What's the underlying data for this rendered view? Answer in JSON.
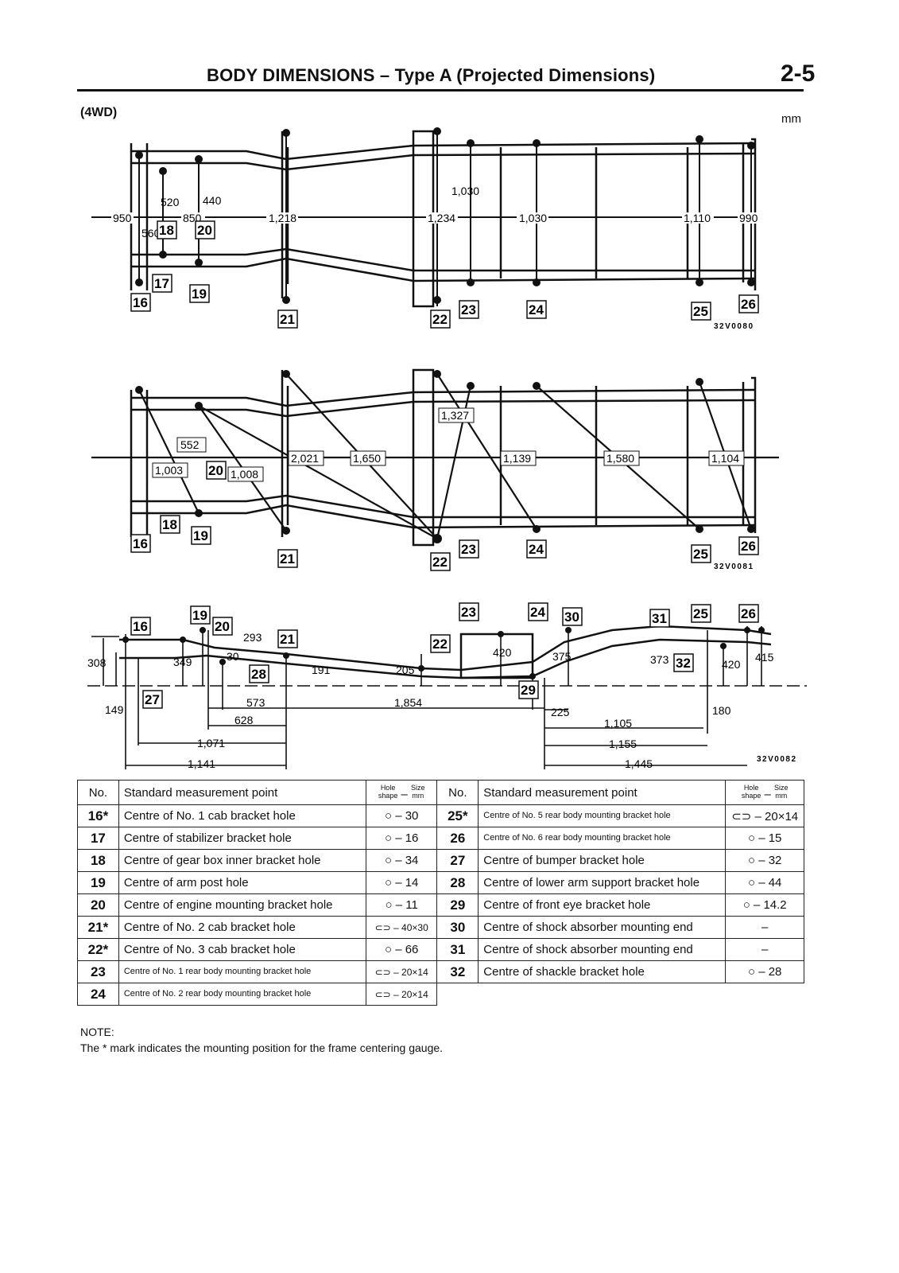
{
  "header": {
    "title": "BODY DIMENSIONS – Type A (Projected Dimensions)",
    "page": "2-5"
  },
  "variant": "(4WD)",
  "unit": "mm",
  "figures": [
    {
      "code": "32V0080",
      "labels": [
        "950",
        "520",
        "440",
        "850",
        "560",
        "1,218",
        "1,234",
        "1,030",
        "1,030",
        "1,110",
        "990"
      ],
      "points": [
        "16",
        "17",
        "18",
        "19",
        "20",
        "21",
        "22",
        "23",
        "24",
        "25",
        "26"
      ]
    },
    {
      "code": "32V0081",
      "labels": [
        "552",
        "1,003",
        "1,008",
        "2,021",
        "1,650",
        "1,327",
        "1,139",
        "1,580",
        "1,104"
      ],
      "points": [
        "16",
        "18",
        "19",
        "20",
        "21",
        "22",
        "23",
        "24",
        "25",
        "26"
      ]
    },
    {
      "code": "32V0082",
      "labels": [
        "308",
        "349",
        "293",
        "30",
        "191",
        "205",
        "420",
        "375",
        "373",
        "420",
        "415",
        "149",
        "573",
        "628",
        "1,071",
        "1,141",
        "1,854",
        "225",
        "180",
        "1,105",
        "1,155",
        "1,445"
      ],
      "points": [
        "16",
        "19",
        "20",
        "21",
        "22",
        "23",
        "24",
        "30",
        "31",
        "25",
        "26",
        "28",
        "27",
        "29",
        "32"
      ]
    }
  ],
  "table": {
    "headers": {
      "no": "No.",
      "point": "Standard measurement point",
      "hole": "Hole",
      "shape": "shape",
      "size": "Size",
      "mm": "mm",
      "dash": "–"
    },
    "left": [
      {
        "no": "16*",
        "point": "Centre of No. 1 cab bracket hole",
        "hole": "○ – 30"
      },
      {
        "no": "17",
        "point": "Centre of stabilizer bracket hole",
        "hole": "○ – 16"
      },
      {
        "no": "18",
        "point": "Centre of gear box inner bracket hole",
        "hole": "○ – 34"
      },
      {
        "no": "19",
        "point": "Centre of arm post hole",
        "hole": "○ – 14"
      },
      {
        "no": "20",
        "point": "Centre of engine mounting bracket hole",
        "hole": "○ – 11"
      },
      {
        "no": "21*",
        "point": "Centre of No. 2 cab bracket hole",
        "hole": "⊂⊃ – 40×30"
      },
      {
        "no": "22*",
        "point": "Centre of No. 3 cab bracket hole",
        "hole": "○ – 66"
      },
      {
        "no": "23",
        "point": "Centre of No. 1 rear body mounting bracket hole",
        "hole": "⊂⊃ – 20×14"
      },
      {
        "no": "24",
        "point": "Centre of No. 2 rear body mounting bracket hole",
        "hole": "⊂⊃ – 20×14"
      }
    ],
    "right": [
      {
        "no": "25*",
        "point": "Centre of No. 5 rear body mounting bracket hole",
        "hole": "⊂⊃ – 20×14"
      },
      {
        "no": "26",
        "point": "Centre of No. 6 rear body mounting bracket hole",
        "hole": "○ – 15"
      },
      {
        "no": "27",
        "point": "Centre of bumper bracket hole",
        "hole": "○ – 32"
      },
      {
        "no": "28",
        "point": "Centre of lower arm support bracket hole",
        "hole": "○ – 44"
      },
      {
        "no": "29",
        "point": "Centre of front eye bracket hole",
        "hole": "○ – 14.2"
      },
      {
        "no": "30",
        "point": "Centre of shock absorber mounting end",
        "hole": "–"
      },
      {
        "no": "31",
        "point": "Centre of shock absorber mounting end",
        "hole": "–"
      },
      {
        "no": "32",
        "point": "Centre of shackle bracket hole",
        "hole": "○ – 28"
      }
    ]
  },
  "note": {
    "title": "NOTE:",
    "text": "The * mark indicates the mounting position for the frame centering gauge."
  }
}
